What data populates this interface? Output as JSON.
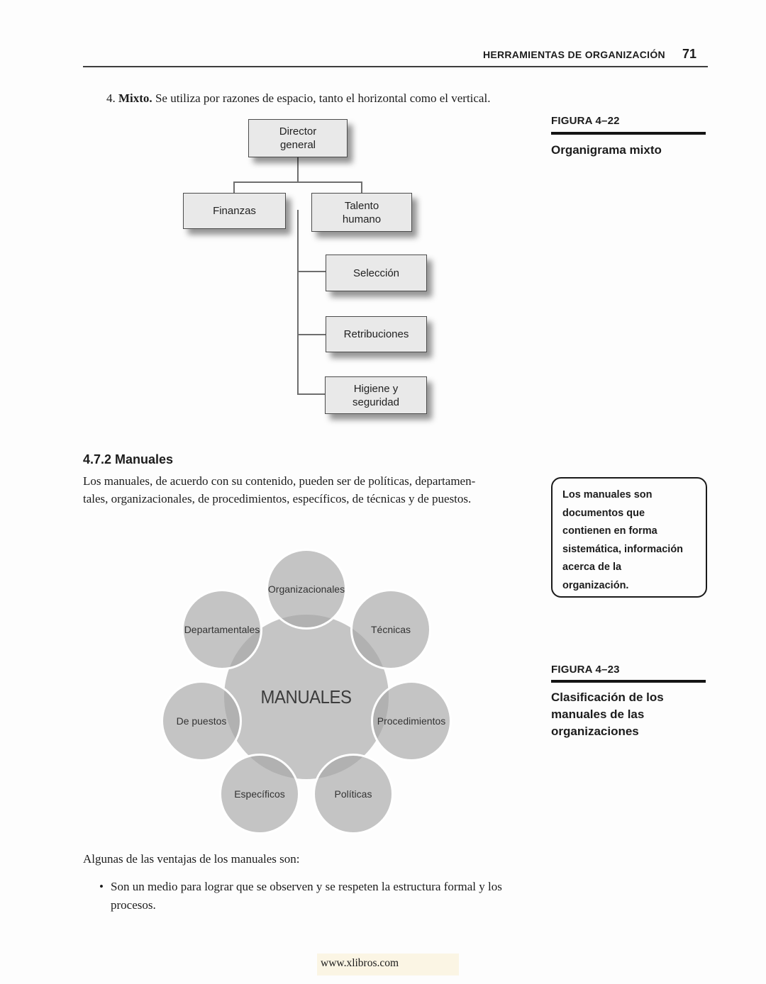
{
  "header": {
    "title": "HERRAMIENTAS DE ORGANIZACIÓN",
    "page_number": "71"
  },
  "intro": {
    "number": "4.",
    "term": "Mixto.",
    "text": "Se utiliza por razones de espacio, tanto el horizontal como el vertical."
  },
  "figure_22": {
    "label": "FIGURA 4–22",
    "caption": "Organigrama mixto"
  },
  "orgchart": {
    "nodes": [
      {
        "id": "director-general",
        "lines": [
          "Director",
          "general"
        ]
      },
      {
        "id": "finanzas",
        "lines": [
          "Finanzas"
        ]
      },
      {
        "id": "talento-humano",
        "lines": [
          "Talento",
          "humano"
        ]
      },
      {
        "id": "seleccion",
        "lines": [
          "Selección"
        ]
      },
      {
        "id": "retribuciones",
        "lines": [
          "Retribuciones"
        ]
      },
      {
        "id": "higiene-seguridad",
        "lines": [
          "Higiene y",
          "seguridad"
        ]
      }
    ]
  },
  "section_472": {
    "heading": "4.7.2 Manuales",
    "paragraph_lines": [
      "Los manuales, de acuerdo con su contenido, pueden ser de políticas, departamen-",
      "tales, organizacionales, de procedimientos, específicos, de técnicas y de puestos."
    ]
  },
  "margin_note": {
    "lines": [
      "Los manuales son",
      "documentos que",
      "contienen en forma",
      "sistemática, información",
      "acerca de la",
      "organización."
    ]
  },
  "figure_23": {
    "label": "FIGURA 4–23",
    "caption_lines": [
      "Clasificación de los",
      "manuales de las",
      "organizaciones"
    ]
  },
  "manuals_diagram": {
    "center_label": "MANUALES",
    "satellites": [
      "Organizacionales",
      "Técnicas",
      "Procedimientos",
      "Políticas",
      "Específicos",
      "De puestos",
      "Departamentales"
    ]
  },
  "ventajas": {
    "lead": "Algunas de las ventajas de los manuales son:",
    "bullet_glyph": "•",
    "bullet": "Son un medio para lograr que se observen y se respeten la estructura formal y los procesos."
  },
  "footer": {
    "url": "www.xlibros.com"
  },
  "colors": {
    "org_box_fill": "#e9e9e9",
    "org_box_border": "#4c4c4c",
    "connector_gray": "#6e6e6e",
    "center_circle_gray": "#c5c5c5",
    "satellite_gray": "#a7a7a7",
    "footer_highlight_cream": "#fbf5e4",
    "rule_black": "#141414"
  }
}
